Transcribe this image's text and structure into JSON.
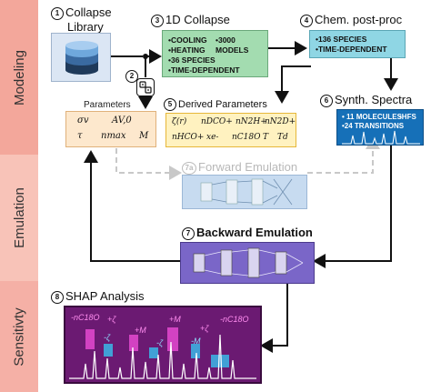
{
  "sections": {
    "modeling": "Modeling",
    "emulation": "Emulation",
    "sensitivity": "Sensitivty"
  },
  "steps": {
    "s1": {
      "num": "1",
      "title": "Collapse",
      "title2": "Library"
    },
    "s2": {
      "num": "2"
    },
    "s3": {
      "num": "3",
      "title": "1D Collapse",
      "items_left": [
        "•COOLING",
        "•HEATING",
        "•36 SPECIES",
        "•TIME-DEPENDENT"
      ],
      "items_right": [
        "•3000 MODELS"
      ]
    },
    "s4": {
      "num": "4",
      "title": "Chem. post-proc",
      "items": [
        "•136 SPECIES",
        "•TIME-DEPENDENT"
      ]
    },
    "s5": {
      "num": "5",
      "title": "Derived Parameters",
      "row1": [
        "ζ(r)",
        "nDCO+",
        "nN2H+",
        "nN2D+"
      ],
      "row2": [
        "nHCO+",
        "xe-",
        "nC18O",
        "T",
        "Td"
      ]
    },
    "s6": {
      "num": "6",
      "title": "Synth. Spectra",
      "items": [
        "• 11 MOLECULES",
        "•HFS",
        "•24 TRANSITIONS"
      ]
    },
    "s7a": {
      "num": "7a",
      "title": "Forward Emulation"
    },
    "s7": {
      "num": "7",
      "title": "Backward Emulation"
    },
    "s8": {
      "num": "8",
      "title": "SHAP Analysis"
    }
  },
  "parameters": {
    "label": "Parameters",
    "row1": [
      "σv",
      "AV,0"
    ],
    "row2": [
      "τ",
      "nmax",
      "M"
    ]
  },
  "shap_labels": [
    "-nC18O",
    "+ζ",
    "+M",
    "+M",
    "-ζ",
    "+ζ",
    "-M",
    "-ζ",
    "-nC18O"
  ],
  "colors": {
    "modeling_band": "#f3a79b",
    "emulation_band": "#f8c3b8",
    "sensitivity_band": "#f5b0a6",
    "collapse_green": "#a3dcb0",
    "chem_cyan": "#8fd6e4",
    "spectra_blue": "#1670b8",
    "shap_purple": "#6b1a72",
    "backward_purple": "#7a66c8",
    "forward_blue": "#9cc0e6"
  }
}
